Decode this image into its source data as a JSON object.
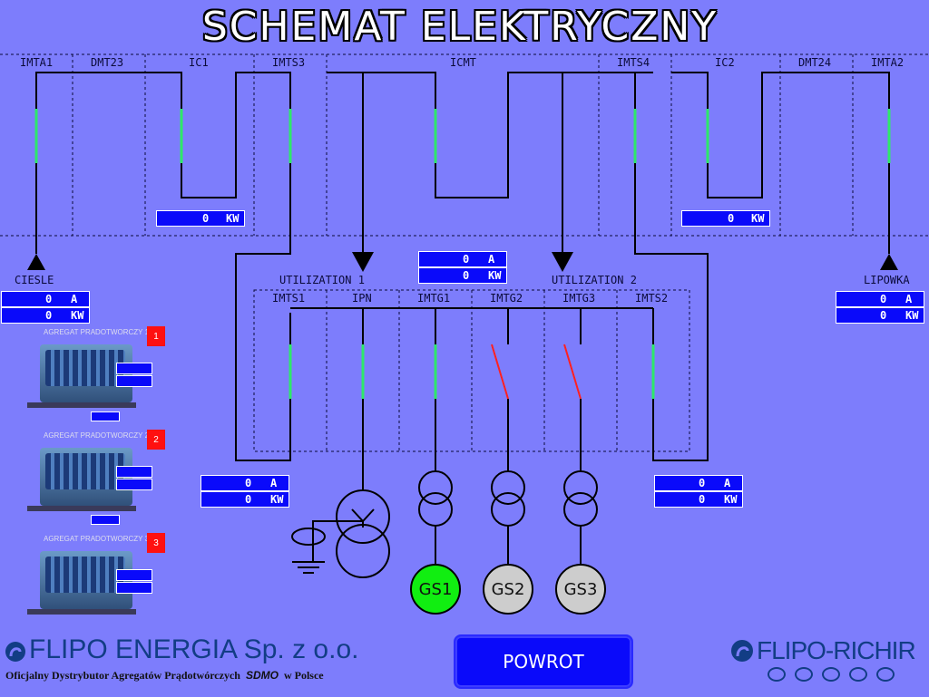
{
  "title": "SCHEMAT ELEKTRYCZNY",
  "breakers_top": [
    "IMTA1",
    "DMT23",
    "IC1",
    "IMTS3",
    "ICMT",
    "IMTS4",
    "IC2",
    "DMT24",
    "IMTA2"
  ],
  "feeders": {
    "left": "CIESLE",
    "right": "LIPOWKA"
  },
  "utilization": [
    "UTILIZATION 1",
    "UTILIZATION 2"
  ],
  "breakers_bottom": [
    "IMTS1",
    "IPN",
    "IMTG1",
    "IMTG2",
    "IMTG3",
    "IMTS2"
  ],
  "units": {
    "amp": "A",
    "kw": "KW"
  },
  "readings": {
    "ic1_kw": "0",
    "ic2_kw": "0",
    "center_a": "0",
    "center_kw": "0",
    "ciesle_a": "0",
    "ciesle_kw": "0",
    "lipowka_a": "0",
    "lipowka_kw": "0",
    "imts1_a": "0",
    "imts1_kw": "0",
    "imts2_a": "0",
    "imts2_kw": "0"
  },
  "generators": [
    {
      "label": "GS1",
      "color": "#11ee11"
    },
    {
      "label": "GS2",
      "color": "#cdcdcd"
    },
    {
      "label": "GS3",
      "color": "#cdcdcd"
    }
  ],
  "thumbnails": [
    {
      "caption": "AGREGAT PRADOTWORCZY 1",
      "number": "1"
    },
    {
      "caption": "AGREGAT PRADOTWORCZY 2",
      "number": "2"
    },
    {
      "caption": "AGREGAT PRADOTWORCZY 3",
      "number": "3"
    }
  ],
  "back_button": "POWROT",
  "company": "FLIPO ENERGIA Sp. z o.o.",
  "company_tagline": "Oficjalny Dystrybutor Agregatów Prądotwórczych",
  "sdmo": "SDMO",
  "company_tagline_end": "w Polsce",
  "partner_logo": "FLIPO-RICHIR",
  "colors": {
    "background": "#7d7dfc",
    "value_box": "#0a0afa",
    "closed_breaker": "#2ee86a",
    "open_breaker": "#ff2020",
    "alarm": "#ff1010"
  },
  "icons": [
    "arrow-up-icon",
    "arrow-down-icon",
    "transformer-icon",
    "ground-icon",
    "flipo-logo-icon"
  ]
}
